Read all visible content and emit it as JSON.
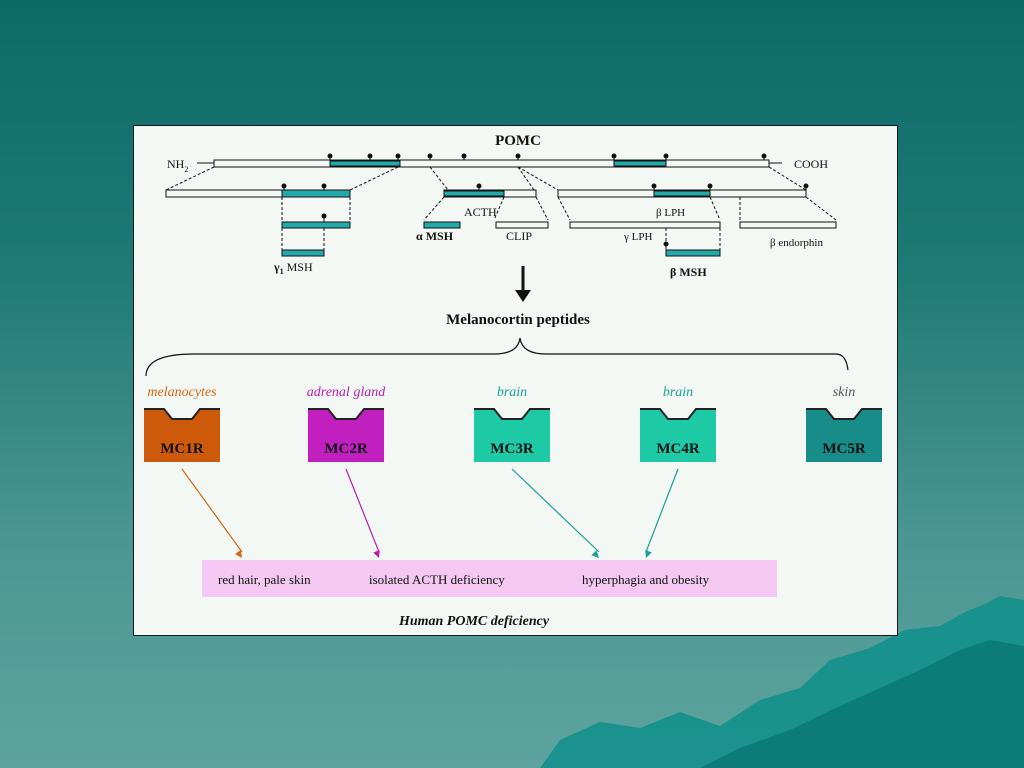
{
  "pomc": {
    "title": "POMC",
    "nh2": "NH",
    "nh2_sub": "2",
    "cooh": "COOH",
    "labels": {
      "acth": "ACTH",
      "alpha_msh": "α MSH",
      "clip": "CLIP",
      "gamma1_msh": "γ",
      "gamma1_sub": "1",
      "gamma1_suffix": " MSH",
      "beta_lph": "β LPH",
      "gamma_lph": "γ LPH",
      "beta_msh": "β MSH",
      "beta_endorphin": "β endorphin"
    }
  },
  "melanocortin_title": "Melanocortin peptides",
  "receptors": [
    {
      "tissue": "melanocytes",
      "name": "MC1R",
      "color": "#cc5a0a",
      "tissue_color": "#d4650f"
    },
    {
      "tissue": "adrenal gland",
      "name": "MC2R",
      "color": "#c21fc0",
      "tissue_color": "#b520b3"
    },
    {
      "tissue": "brain",
      "name": "MC3R",
      "color": "#1ec9a6",
      "tissue_color": "#1a9f97"
    },
    {
      "tissue": "brain",
      "name": "MC4R",
      "color": "#1ec9a6",
      "tissue_color": "#1a9f97"
    },
    {
      "tissue": "skin",
      "name": "MC5R",
      "color": "#188c88",
      "tissue_color": "#555555"
    }
  ],
  "deficiency": {
    "phenotypes": [
      "red hair, pale skin",
      "isolated ACTH deficiency",
      "hyperphagia and obesity"
    ],
    "caption": "Human POMC deficiency",
    "box_color": "#f4c8f2"
  }
}
